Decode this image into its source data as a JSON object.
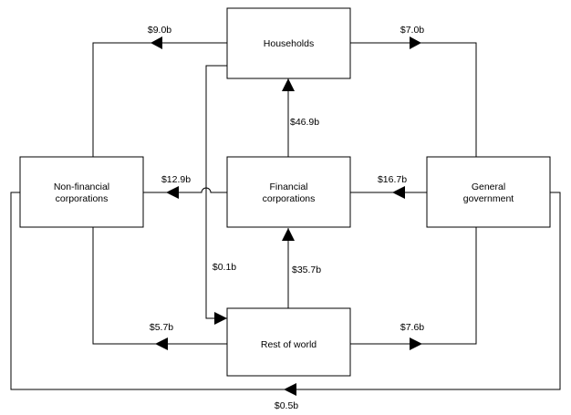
{
  "nodes": {
    "households": [
      "Households"
    ],
    "financial": [
      "Financial",
      "corporations"
    ],
    "non_financial": [
      "Non-financial",
      "corporations"
    ],
    "government": [
      "General",
      "government"
    ],
    "rest_of_world": [
      "Rest of world"
    ]
  },
  "flows": {
    "hh_to_nfc": "$9.0b",
    "hh_to_gov": "$7.0b",
    "fin_to_hh": "$46.9b",
    "fin_to_nfc": "$12.9b",
    "gov_to_fin": "$16.7b",
    "hh_to_row": "$0.1b",
    "row_to_fin": "$35.7b",
    "row_to_nfc": "$5.7b",
    "row_to_gov": "$7.6b",
    "gov_to_nfc": "$0.5b"
  }
}
